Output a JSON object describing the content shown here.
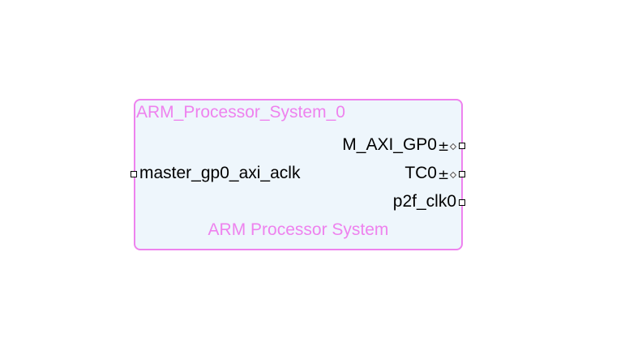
{
  "block": {
    "instance_name": "ARM_Processor_System_0",
    "type_name": "ARM Processor System",
    "input_ports": [
      {
        "label": "master_gp0_axi_aclk"
      }
    ],
    "output_ports": [
      {
        "label": "M_AXI_GP0",
        "bus_icon": "±"
      },
      {
        "label": "TC0",
        "bus_icon": "±"
      },
      {
        "label": "p2f_clk0"
      }
    ]
  },
  "colors": {
    "block_border": "#ee82ee",
    "block_fill": "#eef6fc",
    "block_text": "#ee82ee",
    "port_text": "#000000",
    "background": "#ffffff"
  }
}
